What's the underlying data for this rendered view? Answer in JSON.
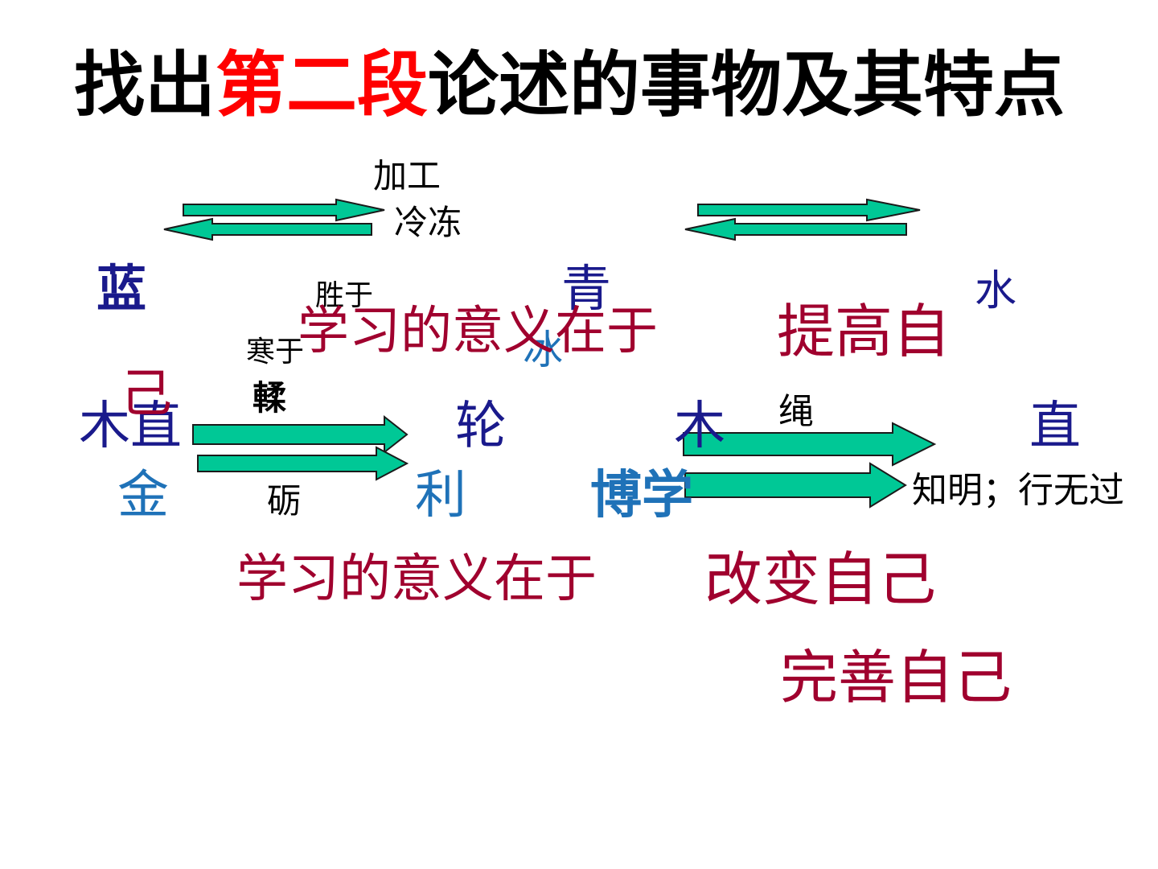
{
  "title": {
    "prefix": "找出",
    "highlight": "第二段",
    "suffix": "论述的事物及其特点"
  },
  "labels": {
    "jiagong": "加工",
    "lengdong": "冷冻",
    "shengyu": "胜于",
    "hanyu": "寒于",
    "rou": "輮",
    "li": "砺",
    "sheng": "绳",
    "zhiming": "知明；行无过"
  },
  "words": {
    "lan": "蓝",
    "qing": "青",
    "shui": "水",
    "bing": "冰",
    "mu_zhi": "木直",
    "lun": "轮",
    "mu": "木",
    "zhi": "直",
    "jin": "金",
    "li_sharp": "利",
    "boxue": "博学"
  },
  "conclusions": {
    "meaning_1": "学习的意义在于",
    "tigao": "提高自",
    "ji": "己",
    "meaning_2": "学习的意义在于",
    "gaibian": "改变自己",
    "wanshan": "完善自己"
  },
  "colors": {
    "title": "#000000",
    "title_highlight": "#ff0000",
    "navy": "#1a1a8c",
    "blue": "#1f72b8",
    "maroon": "#a0002e",
    "arrow_fill": "#00c896",
    "arrow_stroke": "#1a1a1a"
  }
}
